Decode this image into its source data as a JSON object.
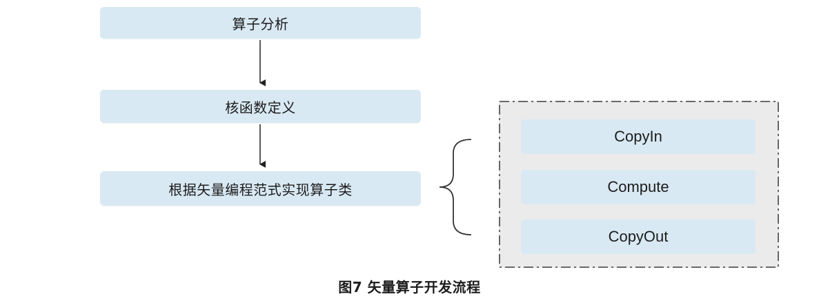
{
  "flow": {
    "steps": [
      {
        "label": "算子分析"
      },
      {
        "label": "核函数定义"
      },
      {
        "label": "根据矢量编程范式实现算子类"
      }
    ]
  },
  "stages": {
    "items": [
      {
        "label": "CopyIn"
      },
      {
        "label": "Compute"
      },
      {
        "label": "CopyOut"
      }
    ]
  },
  "caption": "图7 矢量算子开发流程",
  "colors": {
    "box_fill": "#d9e9f3",
    "frame_fill": "#ebebeb",
    "line": "#222222"
  }
}
